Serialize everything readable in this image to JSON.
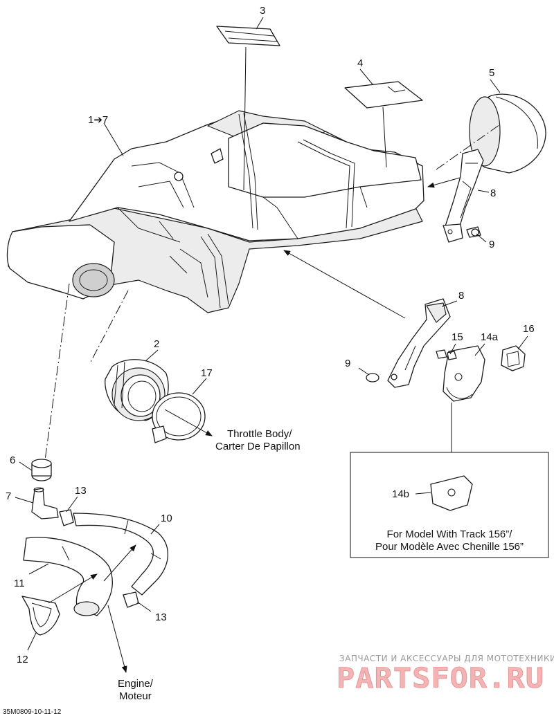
{
  "callouts": {
    "c1": "1➔7",
    "c2": "2",
    "c3": "3",
    "c4": "4",
    "c5": "5",
    "c6": "6",
    "c7": "7",
    "c8a": "8",
    "c8b": "8",
    "c9a": "9",
    "c9b": "9",
    "c10": "10",
    "c11": "11",
    "c12": "12",
    "c13a": "13",
    "c13b": "13",
    "c14a": "14a",
    "c14b": "14b",
    "c15": "15",
    "c16": "16",
    "c17": "17"
  },
  "notes": {
    "throttle_line1": "Throttle Body/",
    "throttle_line2": "Carter De Papillon",
    "engine_line1": "Engine/",
    "engine_line2": "Moteur",
    "model_line1": "For Model With Track 156”/",
    "model_line2": "Pour Modèle Avec Chenille 156”"
  },
  "drawing_code": "35M0809-10-11-12",
  "watermark": {
    "tagline": "ЗАПЧАСТИ И АКСЕССУАРЫ ДЛЯ МОТОТЕХНИКИ",
    "brand": "PARTSFOR.RU"
  }
}
